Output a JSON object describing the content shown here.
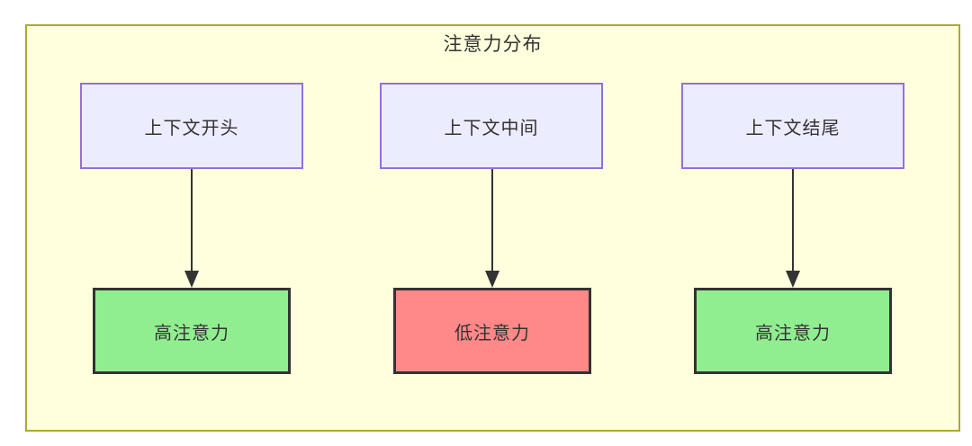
{
  "diagram": {
    "title": "注意力分布",
    "columns": [
      {
        "source": "上下文开头",
        "target": "高注意力",
        "attention": "high"
      },
      {
        "source": "上下文中间",
        "target": "低注意力",
        "attention": "low"
      },
      {
        "source": "上下文结尾",
        "target": "高注意力",
        "attention": "high"
      }
    ],
    "colors": {
      "subgraph_fill": "#ffffde",
      "subgraph_border": "#aaaa33",
      "source_node_fill": "#ececff",
      "source_node_border": "#9370db",
      "high_attention_fill": "#90ee90",
      "low_attention_fill": "#ff8888",
      "target_node_border": "#333333",
      "arrow": "#333333",
      "text": "#333333"
    }
  }
}
